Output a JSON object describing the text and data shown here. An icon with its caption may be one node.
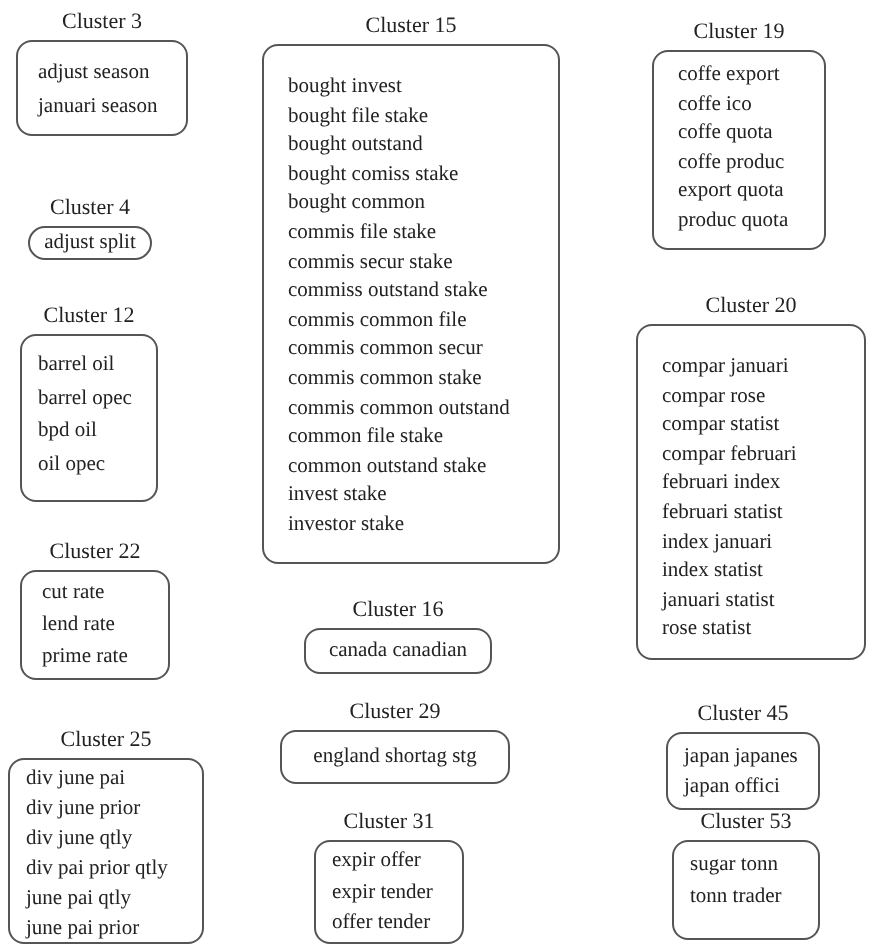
{
  "diagram": {
    "nodes": [
      {
        "text": [
          "Cluster 3",
          "adjust season",
          "januari season"
        ]
      },
      {
        "text": [
          "Cluster 4",
          "adjust split"
        ]
      },
      {
        "text": [
          "Cluster 12",
          "barrel oil",
          "barrel opec",
          "bpd oil",
          "oil opec"
        ]
      },
      {
        "text": [
          "Cluster 22",
          "cut rate",
          "lend rate",
          "prime rate"
        ]
      },
      {
        "text": [
          "Cluster 25",
          "div june pai",
          "div june prior",
          "div june qtly",
          "div pai prior qtly",
          "june pai qtly",
          "june pai prior"
        ]
      },
      {
        "text": [
          "Cluster 15",
          "bought invest",
          "bought file stake",
          "bought outstand",
          "bought comiss stake",
          "bought common",
          "commis file stake",
          "commis secur stake",
          "commiss outstand stake",
          "commis common file",
          "commis common secur",
          "commis common stake",
          "commis common outstand",
          "common file stake",
          "common outstand stake",
          "invest stake",
          "investor stake"
        ]
      },
      {
        "text": [
          "Cluster 16",
          "canada canadian"
        ]
      },
      {
        "text": [
          "Cluster 29",
          "england shortag stg"
        ]
      },
      {
        "text": [
          "Cluster 31",
          "expir offer",
          "expir tender",
          "offer tender"
        ]
      },
      {
        "text": [
          "Cluster 19",
          "coffe export",
          "coffe ico",
          "coffe quota",
          "coffe produc",
          "export quota",
          "produc quota"
        ]
      },
      {
        "text": [
          "Cluster 20",
          "compar januari",
          "compar rose",
          "compar statist",
          "compar februari",
          "februari index",
          "februari statist",
          "index januari",
          "index statist",
          "januari statist",
          "rose statist"
        ]
      },
      {
        "text": [
          "Cluster 45",
          "japan japanes",
          "japan offici"
        ]
      },
      {
        "text": [
          "Cluster 53",
          "sugar tonn",
          "tonn trader"
        ]
      }
    ]
  }
}
